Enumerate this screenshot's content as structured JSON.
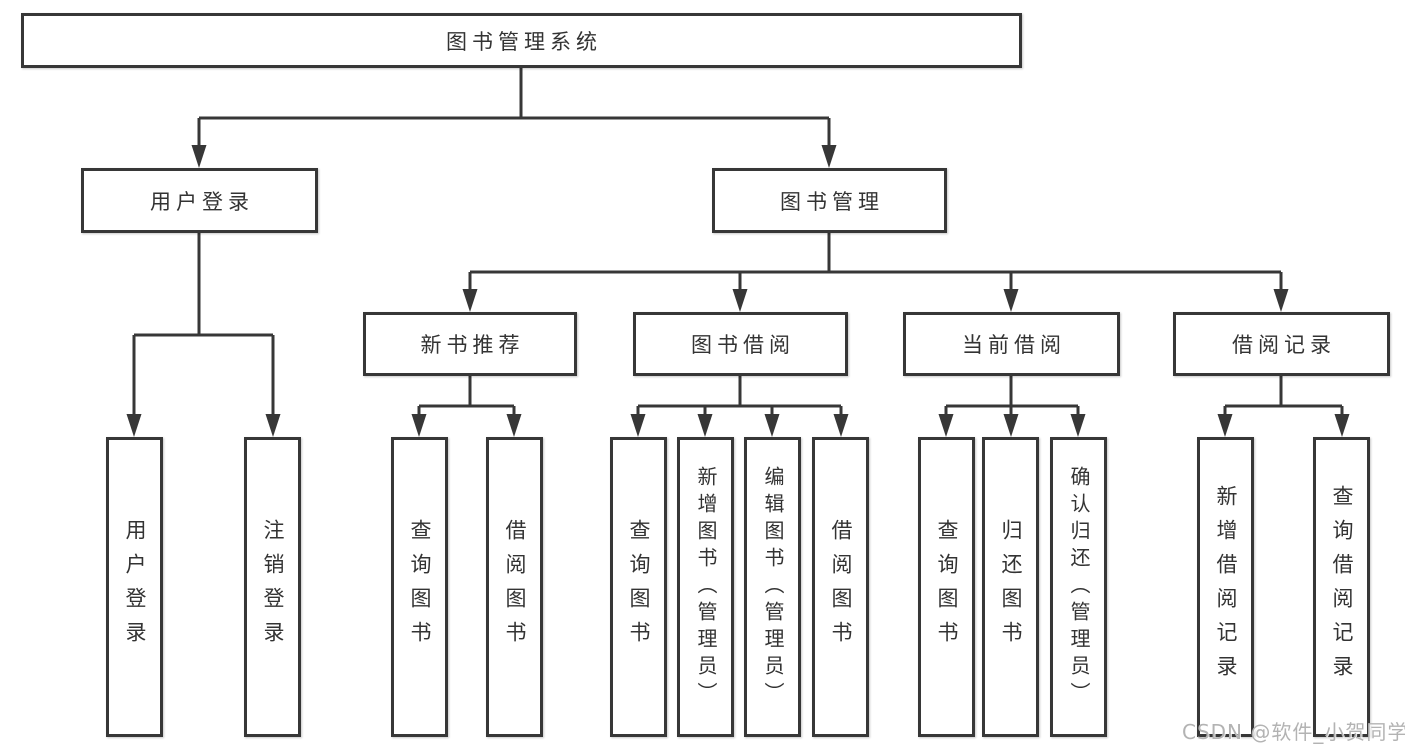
{
  "watermark": "CSDN @软件_小贺同学",
  "colors": {
    "line": "#373737",
    "box_border": "#373737",
    "box_background": "#ffffff",
    "text": "#333333",
    "watermark": "#b3b3b3"
  },
  "tree": {
    "label": "图书管理系统",
    "children": [
      {
        "label": "用户登录",
        "children": [
          {
            "label": "用户登录"
          },
          {
            "label": "注销登录"
          }
        ]
      },
      {
        "label": "图书管理",
        "children": [
          {
            "label": "新书推荐",
            "children": [
              {
                "label": "查询图书"
              },
              {
                "label": "借阅图书"
              }
            ]
          },
          {
            "label": "图书借阅",
            "children": [
              {
                "label": "查询图书"
              },
              {
                "label": "新增图书（管理员）"
              },
              {
                "label": "编辑图书（管理员）"
              },
              {
                "label": "借阅图书"
              }
            ]
          },
          {
            "label": "当前借阅",
            "children": [
              {
                "label": "查询图书"
              },
              {
                "label": "归还图书"
              },
              {
                "label": "确认归还（管理员）"
              }
            ]
          },
          {
            "label": "借阅记录",
            "children": [
              {
                "label": "新增借阅记录"
              },
              {
                "label": "查询借阅记录"
              }
            ]
          }
        ]
      }
    ]
  }
}
